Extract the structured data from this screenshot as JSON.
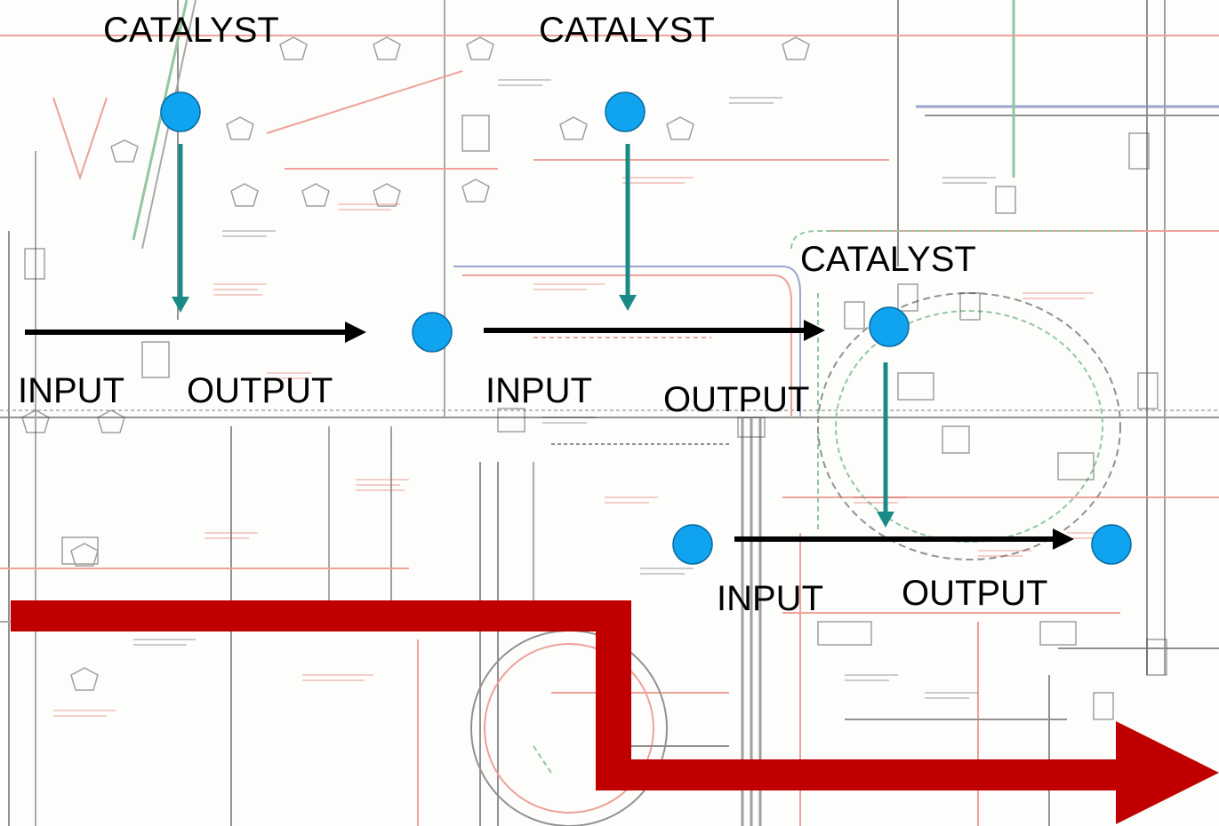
{
  "labels": {
    "catalyst_1": "CATALYST",
    "catalyst_2": "CATALYST",
    "catalyst_3": "CATALYST",
    "input_1": "INPUT",
    "output_1": "OUTPUT",
    "input_2": "INPUT",
    "output_2": "OUTPUT",
    "input_3": "INPUT",
    "output_3": "OUTPUT"
  },
  "colors": {
    "node_fill": "#0fa3f0",
    "node_stroke": "#0a6aa0",
    "catalyst_arrow": "#1a8a86",
    "flow_arrow": "#000000",
    "big_arrow": "#c00000",
    "map_red": "#e0594b",
    "map_dark": "#3a3a3a",
    "map_green": "#3f9a5a",
    "map_blue": "#4a5fa8"
  }
}
